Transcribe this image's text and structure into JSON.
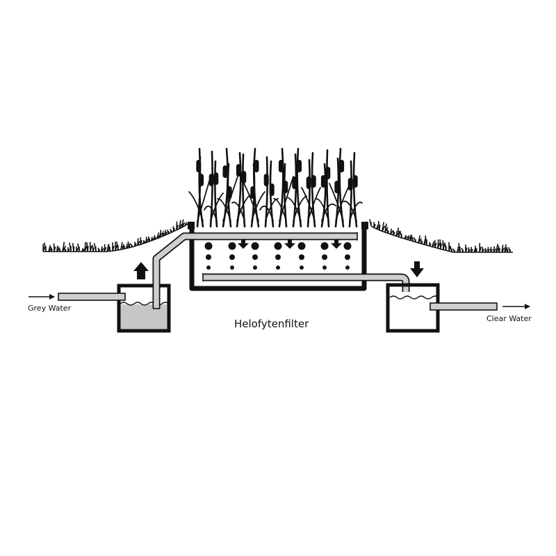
{
  "labels": {
    "inlet": "Grey Water",
    "outlet": "Clear Water",
    "filter": "Helofytenfilter"
  },
  "colors": {
    "ink": "#111111",
    "pipe": "#cfcfcf",
    "water": "#c6c6c6",
    "background": "#ffffff"
  }
}
